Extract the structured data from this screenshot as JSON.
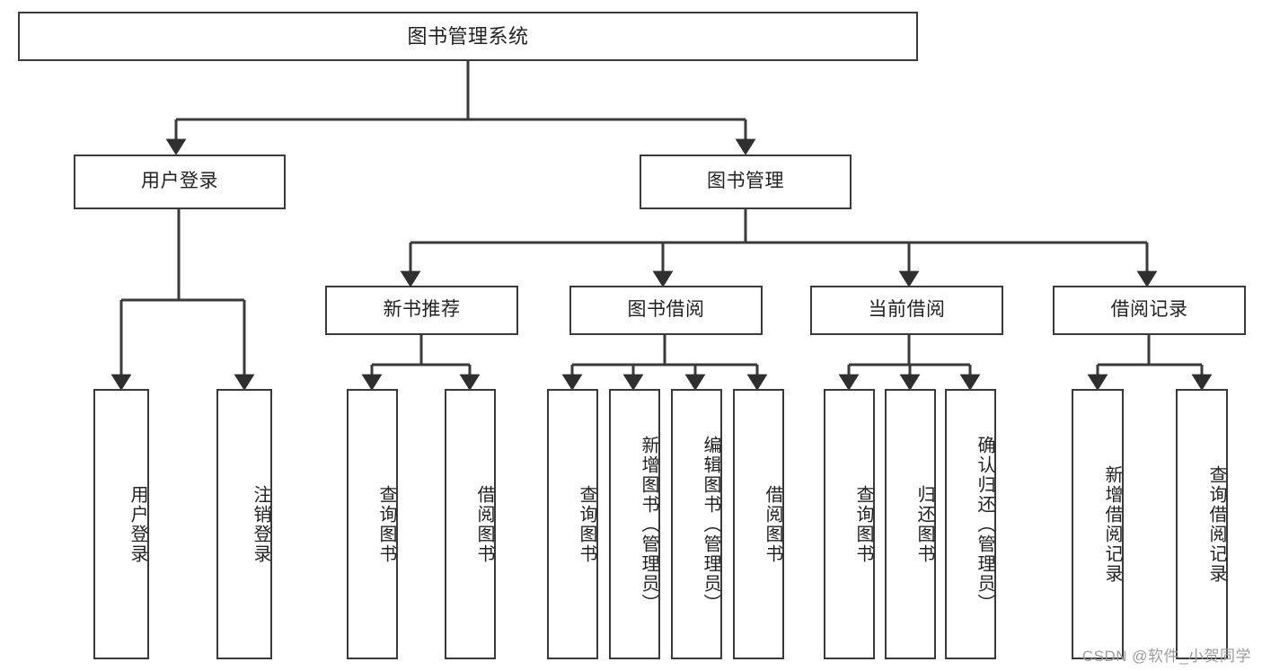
{
  "diagram": {
    "title": "图书管理系统",
    "type": "hierarchy-tree",
    "root": {
      "label": "图书管理系统"
    },
    "level1": [
      {
        "label": "用户登录"
      },
      {
        "label": "图书管理"
      }
    ],
    "level2": [
      {
        "label": "新书推荐"
      },
      {
        "label": "图书借阅"
      },
      {
        "label": "当前借阅"
      },
      {
        "label": "借阅记录"
      }
    ],
    "leaves": {
      "user_login": [
        {
          "label": "用户登录"
        },
        {
          "label": "注销登录"
        }
      ],
      "new_book_recommend": [
        {
          "label": "查询图书"
        },
        {
          "label": "借阅图书"
        }
      ],
      "book_borrow": [
        {
          "label": "查询图书"
        },
        {
          "label": "新增图书（管理员）"
        },
        {
          "label": "编辑图书（管理员）"
        },
        {
          "label": "借阅图书"
        }
      ],
      "current_borrow": [
        {
          "label": "查询图书"
        },
        {
          "label": "归还图书"
        },
        {
          "label": "确认归还（管理员）"
        }
      ],
      "borrow_record": [
        {
          "label": "新增借阅记录"
        },
        {
          "label": "查询借阅记录"
        }
      ]
    }
  },
  "watermark": {
    "text": "CSDN @软件_小贺同学"
  },
  "colors": {
    "stroke": "#3a3a3a",
    "background": "#ffffff",
    "text": "#222222",
    "watermark": "#9d9d9d"
  }
}
